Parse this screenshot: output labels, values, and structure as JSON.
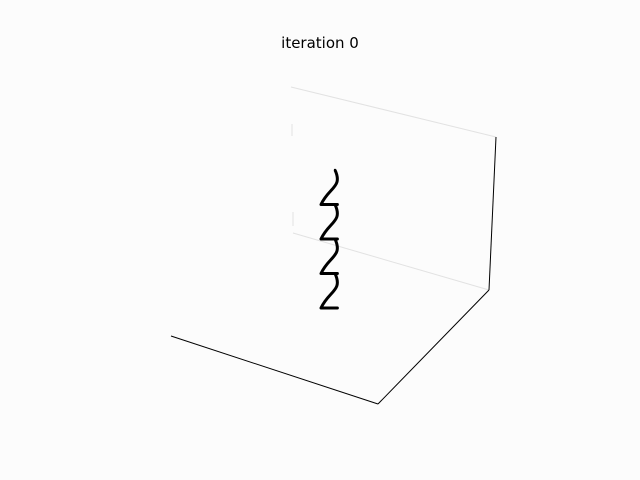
{
  "figure": {
    "background": "#fcfcfc"
  },
  "chart_data": {
    "type": "line",
    "projection": "3d",
    "title": "iteration 0",
    "xlabel": "",
    "ylabel": "",
    "zlabel": "",
    "grid": false,
    "ticks": false,
    "series": [
      {
        "color": "#000000",
        "points": [
          [
            0.0,
            0.0,
            0.0
          ],
          [
            0.5,
            0.0,
            0.0
          ],
          [
            0.0,
            0.0,
            1.0
          ],
          [
            0.5,
            0.0,
            1.0
          ],
          [
            0.0,
            0.0,
            2.0
          ],
          [
            0.5,
            0.0,
            2.0
          ],
          [
            0.0,
            0.0,
            3.0
          ],
          [
            0.5,
            0.0,
            3.0
          ],
          [
            0.0,
            0.0,
            4.0
          ]
        ]
      }
    ]
  }
}
